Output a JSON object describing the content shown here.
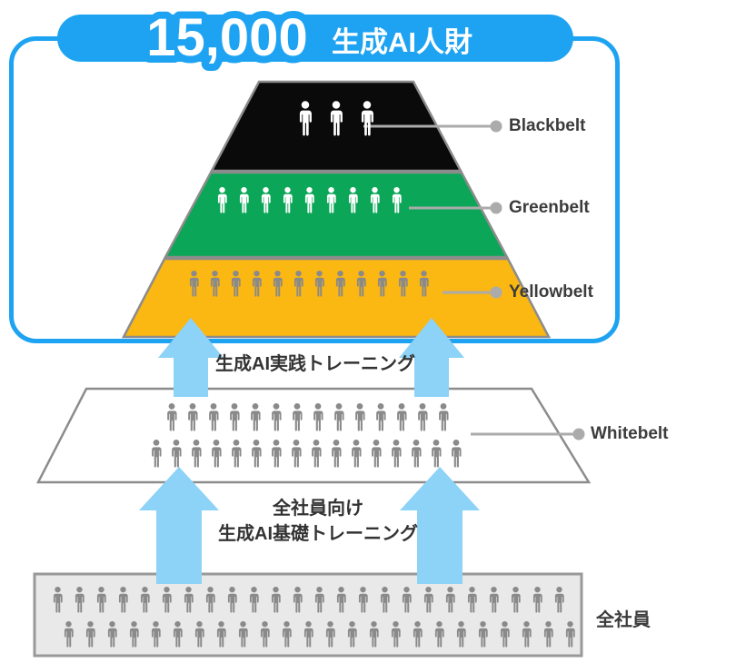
{
  "colors": {
    "accent": "#1ea3f2",
    "arrow": "#8dd2f7",
    "connector": "#ababab"
  },
  "title": {
    "count": "15,000",
    "label": "生成AI人財"
  },
  "pyramid": {
    "tiers": [
      {
        "name": "Blackbelt",
        "color": "#0a0a0a",
        "people_color": "#ffffff",
        "people": 3
      },
      {
        "name": "Greenbelt",
        "color": "#0ba657",
        "people_color": "#ffffff",
        "people": 9
      },
      {
        "name": "Yellowbelt",
        "color": "#fbb712",
        "people_color": "#8a8a8a",
        "people": 12
      }
    ]
  },
  "upper_training": {
    "label": "生成AI実践トレーニング"
  },
  "whitebelt": {
    "name": "Whitebelt",
    "color": "#ffffff",
    "people_color": "#8a8a8a",
    "rows": [
      14,
      16
    ]
  },
  "lower_training": {
    "line1": "全社員向け",
    "line2": "生成AI基礎トレーニング"
  },
  "all_employees": {
    "name": "全社員",
    "color": "#e9e9e9",
    "people_color": "#8a8a8a",
    "rows": [
      24,
      24
    ]
  }
}
